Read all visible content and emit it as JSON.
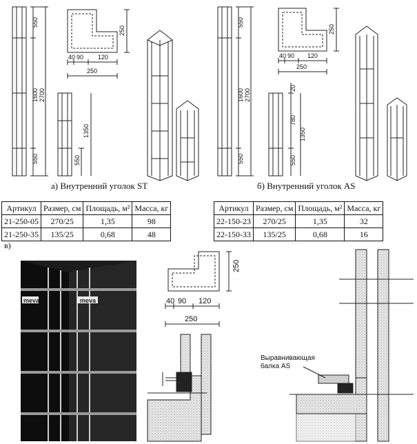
{
  "section_a": {
    "caption": "а) Внутренний уголок ST",
    "dims": {
      "top": "550",
      "mid": "1600",
      "total": "2700",
      "bottom": "550",
      "short_total": "1350",
      "short_bottom": "550",
      "plan_h": "250",
      "plan_w1": "40",
      "plan_w2": "90",
      "plan_w3": "120",
      "plan_total": "250"
    },
    "table": {
      "headers": [
        "Артикул",
        "Размер, см",
        "Площадь, м²",
        "Масса, кг"
      ],
      "rows": [
        [
          "21-250-05",
          "270/25",
          "1,35",
          "98"
        ],
        [
          "21-250-35",
          "135/25",
          "0,68",
          "48"
        ]
      ]
    }
  },
  "section_b": {
    "caption": "б) Внутренний уголок AS",
    "dims": {
      "top": "550",
      "mid": "1600",
      "total": "2700",
      "bottom": "550",
      "short_top": "20",
      "short_mid": "780",
      "short_total": "1350",
      "short_bottom": "550",
      "plan_h": "250",
      "plan_w1": "40",
      "plan_w2": "90",
      "plan_w3": "120",
      "plan_total": "250"
    },
    "table": {
      "headers": [
        "Артикул",
        "Размер, см",
        "Площадь, м²",
        "Масса, кг"
      ],
      "rows": [
        [
          "22-150-23",
          "270/25",
          "1,35",
          "32"
        ],
        [
          "22-150-33",
          "135/25",
          "0,68",
          "16"
        ]
      ]
    }
  },
  "section_c": {
    "label": "в)",
    "photo_brand": "meva",
    "dims": {
      "plan_h": "250",
      "plan_w1": "40",
      "plan_w2": "90",
      "plan_w3": "120",
      "plan_total": "250"
    },
    "beam_label_line1": "Выравнивающая",
    "beam_label_line2": "балка AS"
  }
}
